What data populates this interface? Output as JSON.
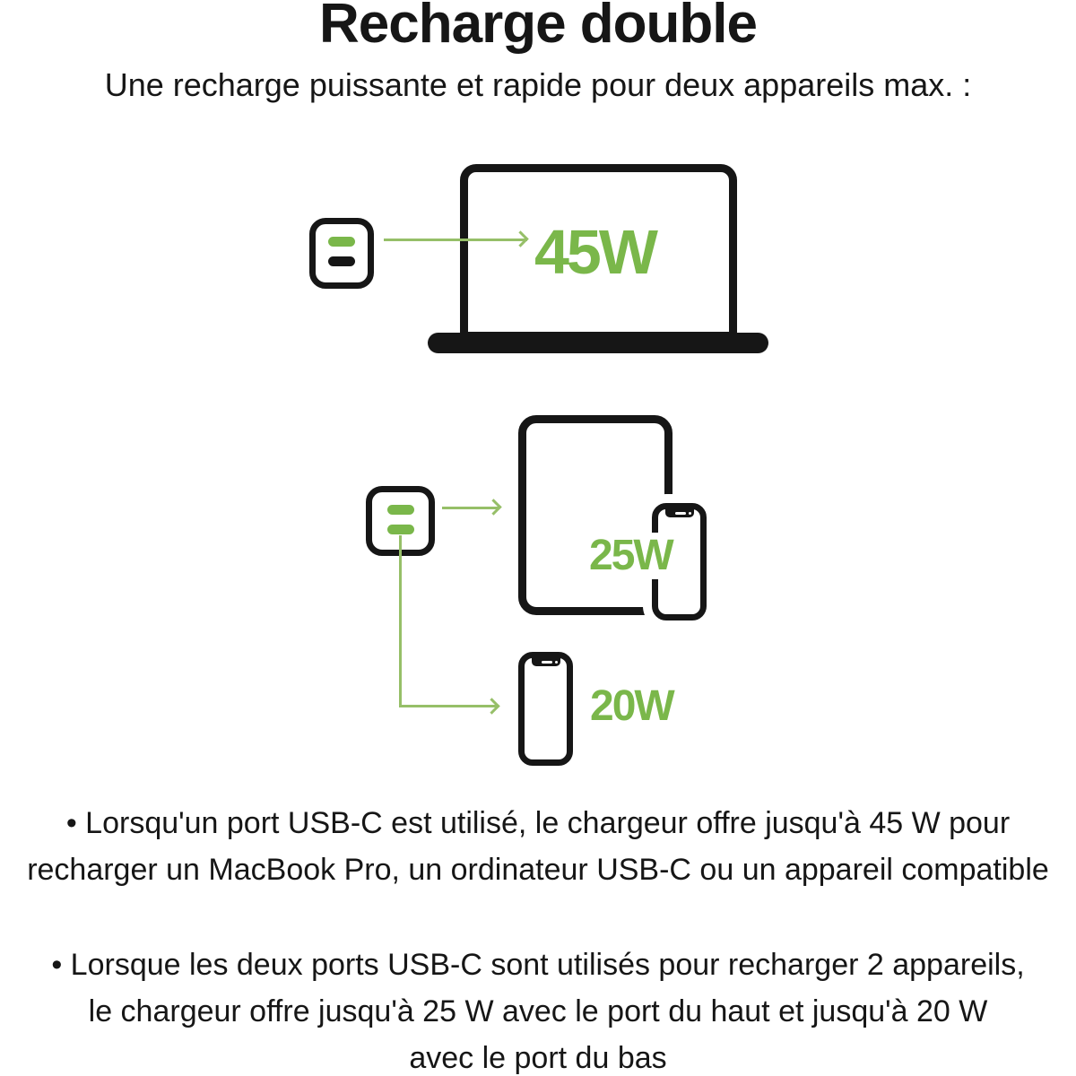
{
  "header": {
    "title": "Recharge double",
    "subtitle": "Une recharge puissante et rapide pour deux appareils max. :"
  },
  "diagram": {
    "laptop_wattage": "45W",
    "tablet_wattage": "25W",
    "phone_wattage": "20W"
  },
  "bullets": {
    "item1": {
      "line1": "• Lorsqu'un port USB-C est utilisé, le chargeur offre jusqu'à 45 W pour",
      "line2": "recharger un MacBook Pro, un ordinateur USB-C ou un appareil compatible"
    },
    "item2": {
      "line1": "• Lorsque les deux ports USB-C sont utilisés pour recharger 2 appareils,",
      "line2": "le chargeur offre jusqu'à 25 W avec le port du haut et jusqu'à 20 W",
      "line3": "avec le port du bas"
    }
  },
  "icons": {
    "charger": "usb-c-dual-port-charger-icon",
    "laptop": "laptop-icon",
    "tablet": "tablet-icon",
    "phone": "smartphone-icon",
    "arrow": "arrow-right-icon"
  },
  "colors": {
    "ink": "#161616",
    "accent_green": "#7ab74a",
    "line_green": "#96bf68",
    "background": "#ffffff"
  }
}
